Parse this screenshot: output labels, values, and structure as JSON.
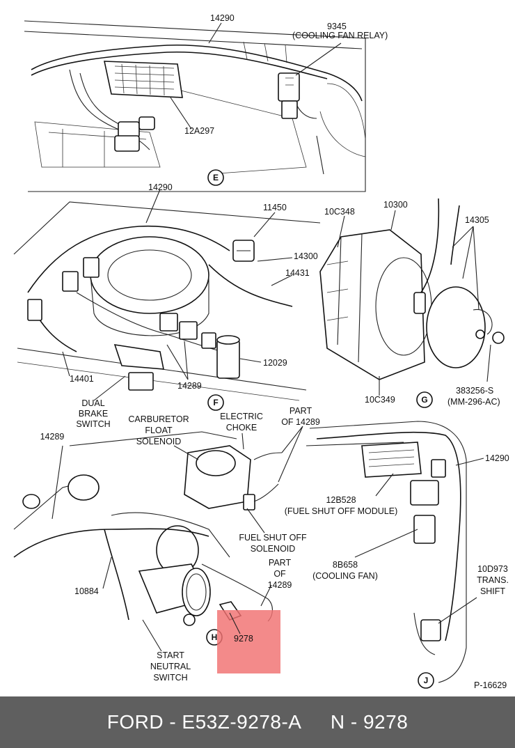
{
  "labels": {
    "e_14290": "14290",
    "e_9345": "9345",
    "e_relay": "(COOLING FAN RELAY)",
    "e_12a297": "12A297",
    "f_14290": "14290",
    "f_11450": "11450",
    "f_14300": "14300",
    "f_14431": "14431",
    "f_12029": "12029",
    "f_14289": "14289",
    "f_14401": "14401",
    "f_dual1": "DUAL",
    "f_dual2": "BRAKE",
    "f_dual3": "SWITCH",
    "g_10c348": "10C348",
    "g_10300": "10300",
    "g_14305": "14305",
    "g_10c349": "10C349",
    "g_383": "383256-S",
    "g_mm": "(MM-296-AC)",
    "h_carb1": "CARBURETOR",
    "h_carb2": "FLOAT",
    "h_carb3": "SOLENOID",
    "h_choke1": "ELECTRIC",
    "h_choke2": "CHOKE",
    "h_part1a": "PART",
    "h_part1b": "OF 14289",
    "h_14289": "14289",
    "h_fuel1": "FUEL SHUT OFF",
    "h_fuel2": "SOLENOID",
    "h_part2a": "PART",
    "h_part2b": "OF",
    "h_part2c": "14289",
    "h_10884": "10884",
    "h_9278": "9278",
    "h_start1": "START",
    "h_start2": "NEUTRAL",
    "h_start3": "SWITCH",
    "j_14290": "14290",
    "j_12b528": "12B528",
    "j_module": "(FUEL SHUT OFF MODULE)",
    "j_8b658": "8B658",
    "j_fan": "(COOLING FAN)",
    "j_10d973": "10D973",
    "j_trans": "TRANS.",
    "j_shift": "SHIFT",
    "ref": "P-16629"
  },
  "views": {
    "e": "E",
    "f": "F",
    "g": "G",
    "h": "H",
    "j": "J"
  },
  "highlight_color": "#f07070",
  "footer": {
    "part": "FORD - E53Z-9278-A",
    "number": "N - 9278"
  }
}
